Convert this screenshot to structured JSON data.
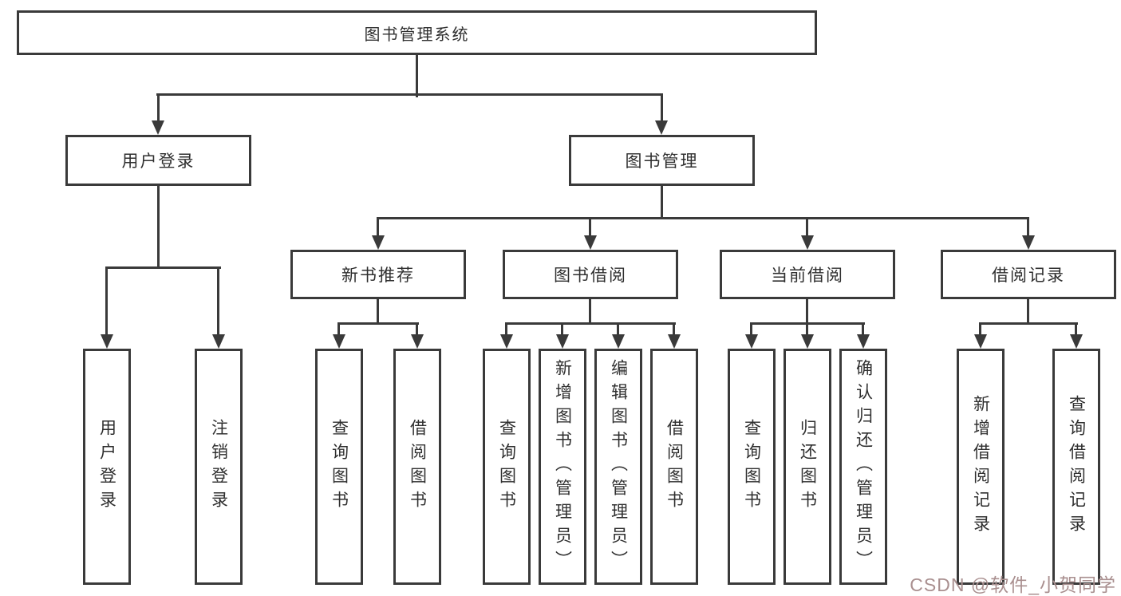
{
  "diagram": {
    "root": {
      "label": "图书管理系统"
    },
    "level2": [
      {
        "label": "用户登录"
      },
      {
        "label": "图书管理"
      }
    ],
    "level3": [
      {
        "label": "新书推荐"
      },
      {
        "label": "图书借阅"
      },
      {
        "label": "当前借阅"
      },
      {
        "label": "借阅记录"
      }
    ],
    "leaves": [
      {
        "label": "用户登录"
      },
      {
        "label": "注销登录"
      },
      {
        "label": "查询图书"
      },
      {
        "label": "借阅图书"
      },
      {
        "label": "查询图书"
      },
      {
        "label": "新增图书（管理员）"
      },
      {
        "label": "编辑图书（管理员）"
      },
      {
        "label": "借阅图书"
      },
      {
        "label": "查询图书"
      },
      {
        "label": "归还图书"
      },
      {
        "label": "确认归还（管理员）"
      },
      {
        "label": "新增借阅记录"
      },
      {
        "label": "查询借阅记录"
      }
    ]
  },
  "watermark": {
    "text": "CSDN @软件_小贺同学"
  },
  "colors": {
    "line": "#3a3a3a",
    "text": "#2f2f2f",
    "watermark": "#a98f8f",
    "background": "#ffffff"
  }
}
